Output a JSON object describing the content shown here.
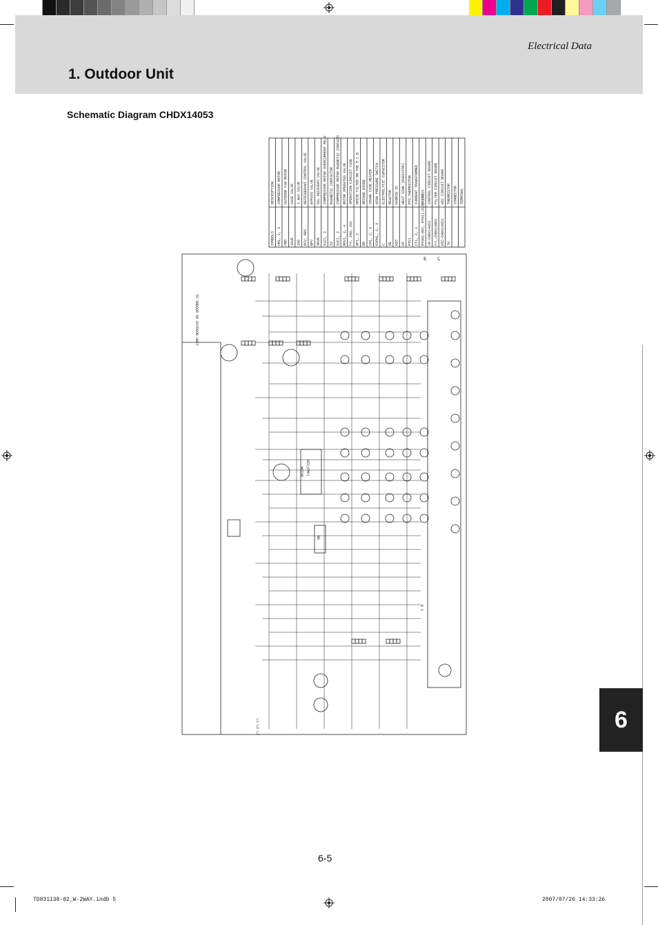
{
  "header": {
    "section_label": "Electrical Data",
    "section_title": "1. Outdoor Unit"
  },
  "subtitle": "Schematic Diagram CHDX14053",
  "chapter_tab": "6",
  "page_number": "6-5",
  "footer": {
    "file_info": "TD831138-02_W-2WAY.indb   5",
    "timestamp": "2007/07/26   14:33:26"
  },
  "colors": {
    "grays": [
      "#ffffff",
      "#111111",
      "#2a2a2a",
      "#3d3d3d",
      "#555555",
      "#6b6b6b",
      "#838383",
      "#9a9a9a",
      "#b0b0b0",
      "#c6c6c6",
      "#dcdcdc",
      "#f0f0f0"
    ],
    "process": [
      "#fff200",
      "#ec008c",
      "#00aeef",
      "#2e3192",
      "#00a651",
      "#ed1c24",
      "#231f20",
      "#fff799",
      "#f49ac1",
      "#6dcff6",
      "#a7a9ac"
    ],
    "header_band": "#d9d9d9",
    "tab": "#222222"
  },
  "diagram": {
    "legend_header": [
      "SYMBOLS",
      "DESCRIPTION"
    ],
    "legend_rows": [
      [
        "CM1, 2, 3",
        "COMPRESSOR MOTOR"
      ],
      [
        "FMO",
        "OUTDOOR FAN MOTOR"
      ],
      [
        "SAVE",
        "SAVE VALVE"
      ],
      [
        "20S",
        "4 WAY VALVE"
      ],
      [
        "RCV, RBV",
        "REFRIGERANT CONTROL VALVE"
      ],
      [
        "BPV",
        "BYPASS VALVE"
      ],
      [
        "ORVR",
        "OIL RECOVERY VALVE"
      ],
      [
        "51C1, 2",
        "COMPRESSOR MOTOR OVERCURRENT RELAY"
      ],
      [
        "52",
        "MAGNETIC CONTACTOR"
      ],
      [
        "52C1, 2",
        "COMPRESSOR MOTOR MAGNETIC CONTACTOR"
      ],
      [
        "MOV1, 2, 4",
        "MOTOR OPERATED VALVE"
      ],
      [
        "F4, 200, 201",
        "OPERATION CIRCUIT FUSE"
      ],
      [
        "NF1, 2",
        "NOISE FILTER ON THE P.C.B"
      ],
      [
        "BD",
        "BRIDGE DIODE"
      ],
      [
        "CH1, 2, 3",
        "CRANK CASE HEATER"
      ],
      [
        "63PH1, 2, 3",
        "HIGH PRESSURE SWITCH"
      ],
      [
        "C",
        "ELECTROLYTIC CAPACITOR"
      ],
      [
        "RE",
        "REACTOR"
      ],
      [
        "HIC",
        "HYBRID IC"
      ],
      [
        "HS",
        "HEAT SINK (RADIATOR)"
      ],
      [
        "PTC1",
        "PTC-THERMISTOR"
      ],
      [
        "CT1, 2, 3",
        "CURRENT TRANSFORMER"
      ],
      [
        "RY002-007, RY011-018, RY024",
        "RELAY"
      ],
      [
        "CR-CHDX14053",
        "CONTROL CIRCUIT BOARD"
      ],
      [
        "F/L-CHDX14053",
        "FILTER CIRCUIT BOARD"
      ],
      [
        "HIC-CHDX14053",
        "HIC CIRCUIT BOARD"
      ],
      [
        "TH",
        "THERMISTOR"
      ],
      [
        "",
        "CONNECTOR"
      ],
      [
        "",
        "TERMINAL"
      ]
    ],
    "labels": {
      "indoor": "TO INDOOR OR OUTDOOR UNIT",
      "hic_fmo": "HIC(FMO)",
      "motor": "MOTOR",
      "bd": "BD",
      "gnd": "R S",
      "pwr": "L1 L2 L3",
      "hp": "HP",
      "lp": "LP"
    }
  }
}
